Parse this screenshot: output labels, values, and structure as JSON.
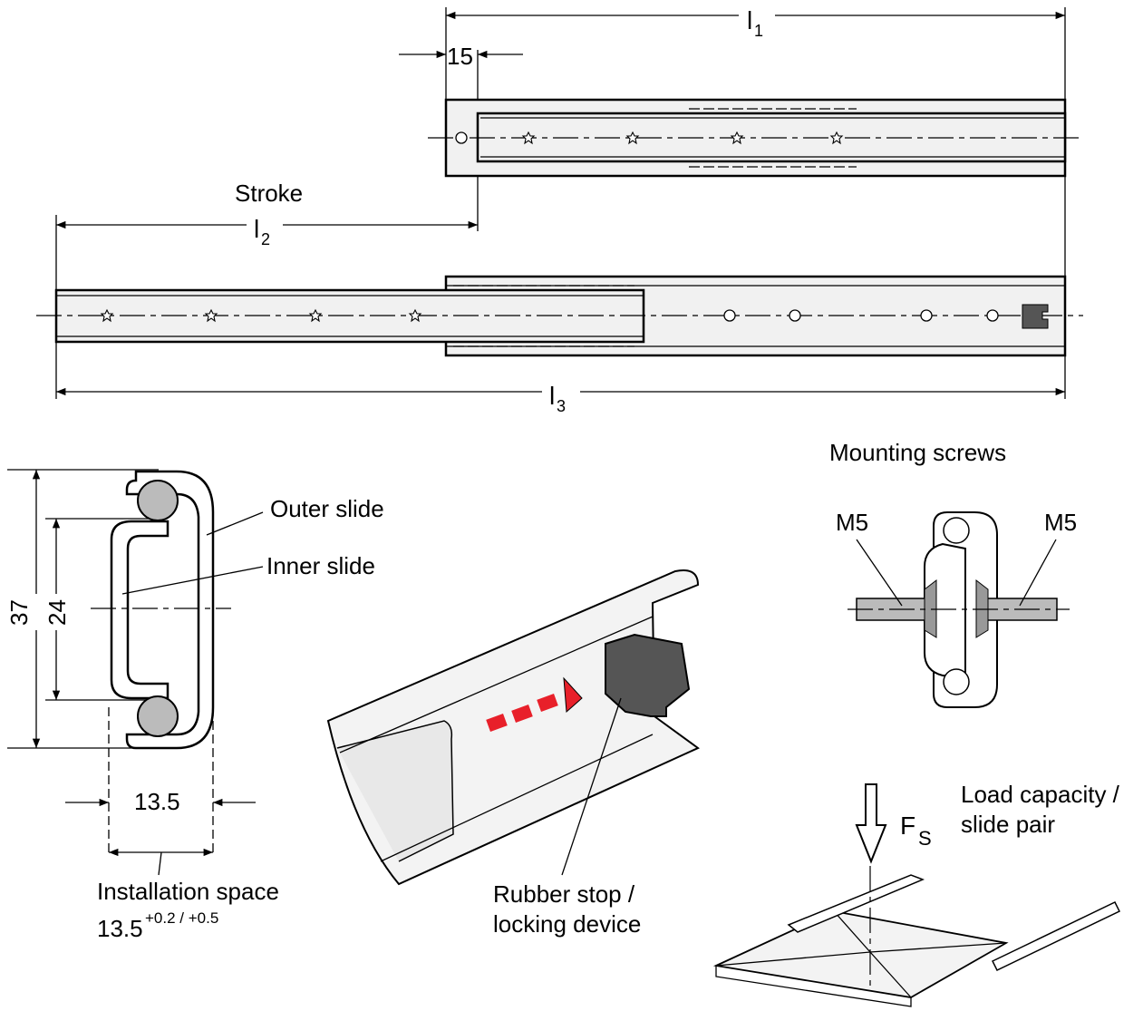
{
  "dimensions": {
    "l1": "l",
    "l1_sub": "1",
    "l2": "l",
    "l2_sub": "2",
    "l3": "l",
    "l3_sub": "3",
    "offset": "15",
    "stroke": "Stroke",
    "height": "37",
    "ball_distance": "24",
    "width": "13.5"
  },
  "section_labels": {
    "outer_slide": "Outer slide",
    "inner_slide": "Inner slide",
    "installation_space": "Installation space",
    "installation_value": "13.5",
    "installation_tolerance": "+0.2 / +0.5"
  },
  "detail_labels": {
    "rubber_stop_line1": "Rubber stop /",
    "rubber_stop_line2": "locking device"
  },
  "mounting": {
    "title": "Mounting screws",
    "left_screw": "M5",
    "right_screw": "M5"
  },
  "load": {
    "symbol": "F",
    "symbol_sub": "S",
    "line1": "Load capacity /",
    "line2": "slide pair"
  },
  "colors": {
    "arrow_red": "#e8202a",
    "stop_gray": "#555555",
    "part_fill": "#f1f1f1"
  }
}
